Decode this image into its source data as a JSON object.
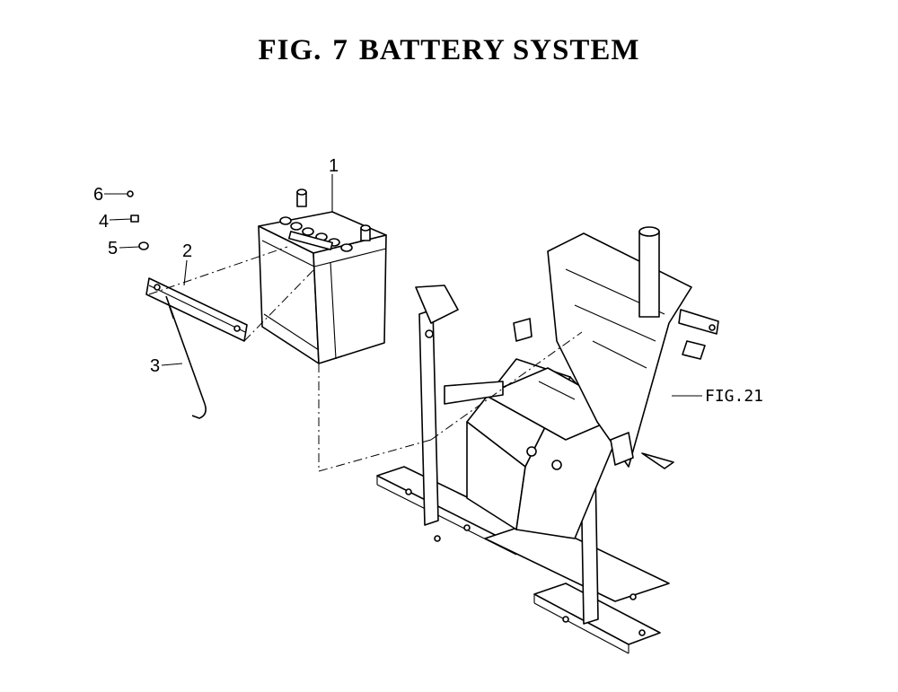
{
  "title": {
    "fig": "FIG.",
    "number": "7",
    "name": "BATTERY SYSTEM"
  },
  "callouts": {
    "c1": "1",
    "c2": "2",
    "c3": "3",
    "c4": "4",
    "c5": "5",
    "c6": "6"
  },
  "reference": "FIG.21"
}
